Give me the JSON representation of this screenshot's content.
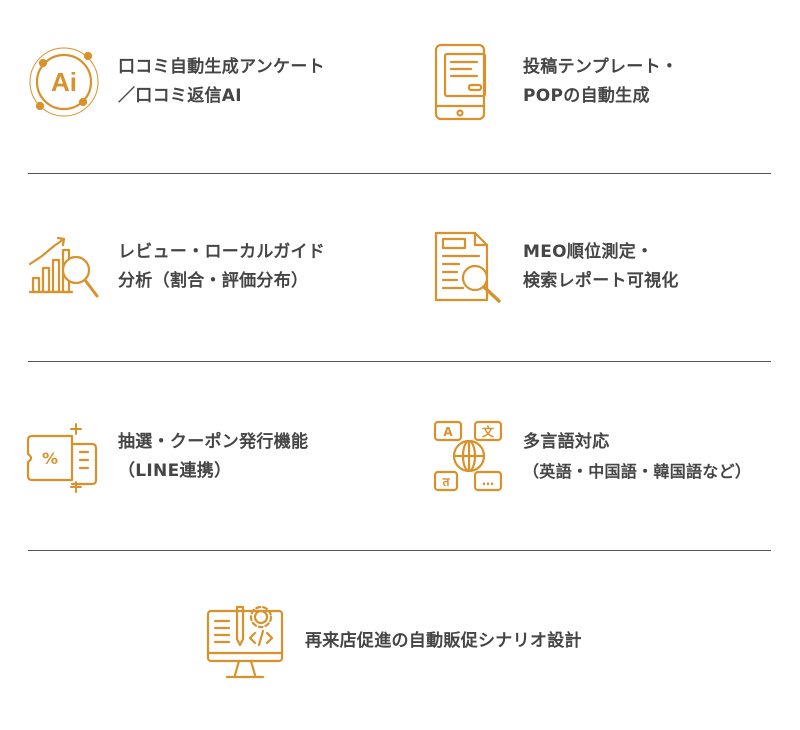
{
  "accent_color": "#D9912B",
  "features": [
    {
      "icon": "ai-icon",
      "lines": [
        "口コミ自動生成アンケート",
        "／口コミ返信AI"
      ]
    },
    {
      "icon": "tablet-template-icon",
      "lines": [
        "投稿テンプレート・",
        "POPの自動生成"
      ]
    },
    {
      "icon": "chart-magnifier-icon",
      "lines": [
        "レビュー・ローカルガイド",
        "分析（割合・評価分布）"
      ]
    },
    {
      "icon": "report-search-icon",
      "lines": [
        "MEO順位測定・",
        "検索レポート可視化"
      ]
    },
    {
      "icon": "coupon-icon",
      "lines": [
        "抽選・クーポン発行機能",
        "（LINE連携）"
      ]
    },
    {
      "icon": "globe-language-icon",
      "lines": [
        "多言語対応",
        "（英語・中国語・韓国語など）"
      ]
    },
    {
      "icon": "monitor-code-icon",
      "lines": [
        "再来店促進の自動販促シナリオ設計"
      ]
    }
  ],
  "icon_glyphs": {
    "ai": "Ai",
    "lang_a": "A",
    "lang_zh": "文",
    "lang_hi": "त",
    "lang_more": "…",
    "percent": "%"
  }
}
